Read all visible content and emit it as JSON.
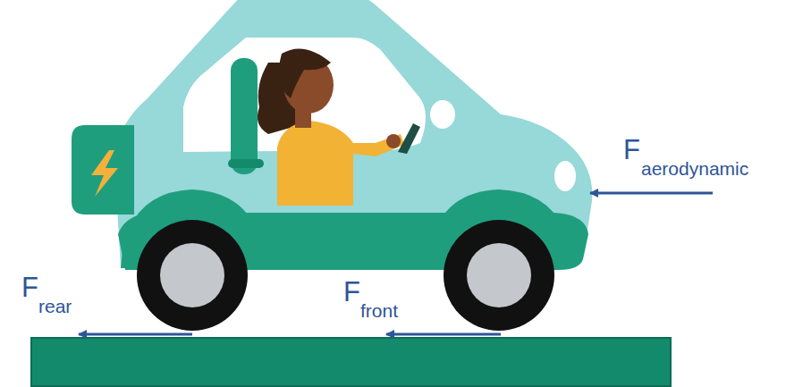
{
  "diagram": {
    "labels": [
      "F",
      "aerodynamic",
      "F",
      "rear",
      "F",
      "front"
    ]
  }
}
